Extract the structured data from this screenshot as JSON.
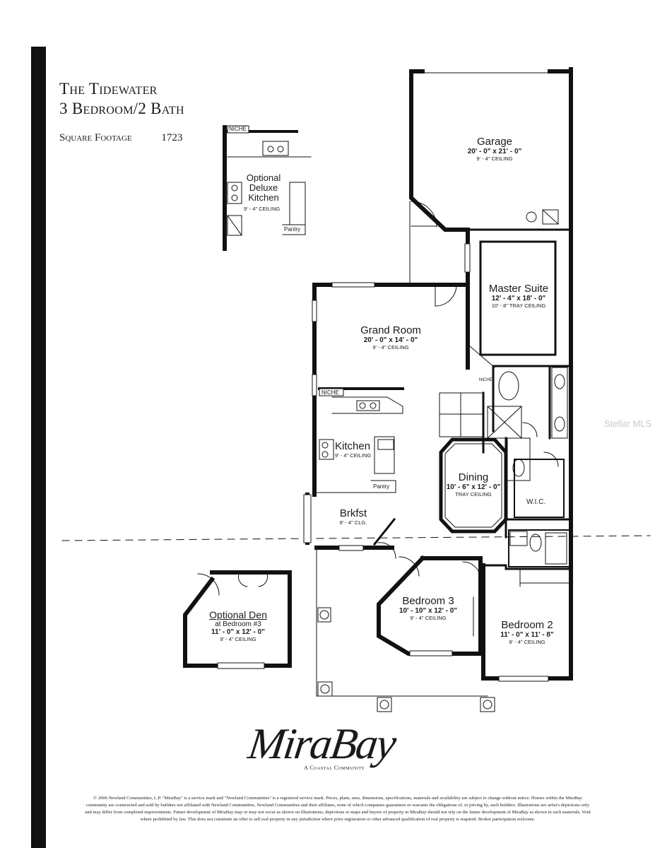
{
  "header": {
    "title_line1": "The Tidewater",
    "title_line2": "3 Bedroom/2 Bath",
    "sqft_label": "Square Footage",
    "sqft_value": "1723"
  },
  "optional_kitchen": {
    "niche": "NICHE",
    "name": "Optional Deluxe Kitchen",
    "ceiling": "9' - 4\" CEILING",
    "pantry": "Pantry"
  },
  "rooms": {
    "garage": {
      "name": "Garage",
      "dim": "20' - 0\" x 21' - 0\"",
      "ceiling": "9' - 4\" CEILING"
    },
    "master": {
      "name": "Master Suite",
      "dim": "12' - 4\" x 18' - 0\"",
      "ceiling": "10' - 8\" TRAY CEILING"
    },
    "grand": {
      "name": "Grand Room",
      "dim": "20' - 0\" x 14' - 0\"",
      "ceiling": "9' - 4\" CEILING"
    },
    "kitchen": {
      "name": "Kitchen",
      "ceiling": "9' - 4\" CEILING",
      "niche": "NICHE",
      "pantry": "Pantry"
    },
    "dining": {
      "name": "Dining",
      "dim": "10' - 6\" x 12' - 0\"",
      "ceiling": "TRAY CEILING"
    },
    "brkfst": {
      "name": "Brkfst",
      "ceiling": "9' - 4\" CLG."
    },
    "wic": {
      "name": "W.I.C."
    },
    "bed3": {
      "name": "Bedroom 3",
      "dim": "10' - 10\" x 12' - 0\"",
      "ceiling": "9' - 4\" CEILING"
    },
    "bed2": {
      "name": "Bedroom 2",
      "dim": "11' - 0\" x 11' - 8\"",
      "ceiling": "9' - 4\" CEILING"
    },
    "den": {
      "name": "Optional Den",
      "sub": "at Bedroom #3",
      "dim": "11' - 0\" x 12' - 0\"",
      "ceiling": "9' - 4\" CEILING"
    },
    "master_niche": "NICHE"
  },
  "brand": {
    "logo": "MiraBay",
    "tagline": "A Coastal Community"
  },
  "legal_text": "© 2006 Newland Communities, L.P. \"MiraBay\" is a service mark and \"Newland Communities\" is a registered service mark. Prices, plans, uses, dimensions, specifications, materials and availability are subject to change without notice. Homes within the MiraBay community are constructed and sold by builders not affiliated with Newland Communities, Newland Communities and their affiliates, none of which companies guarantees or warrants the obligations of, or pricing by, such builders. Illustrations are artist's depictions only and may differ from completed improvements. Future development of MiraBay may or may not occur as shown on illustrations, depictions or maps and buyers of property in MiraBay should not rely on the future development of MiraBay as shown in such materials. Void where prohibited by law. This does not constitute an offer to sell real property in any jurisdiction where prior registration or other advanced qualification of real property is required. Broker participation welcome.",
  "watermark": "Stellar MLS"
}
